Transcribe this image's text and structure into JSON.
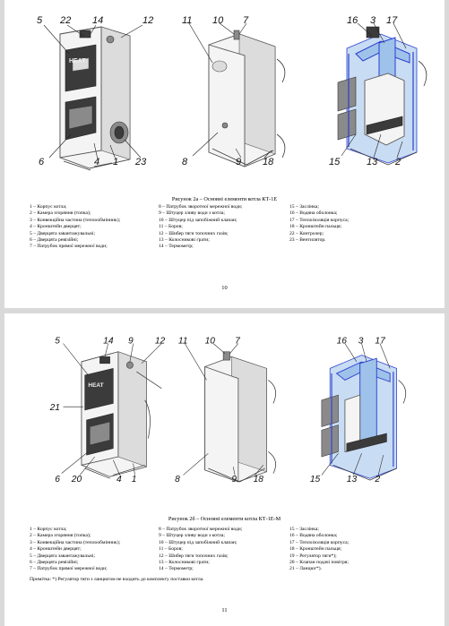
{
  "page1": {
    "callouts": [
      "5",
      "22",
      "14",
      "12",
      "6",
      "4",
      "1",
      "23",
      "11",
      "10",
      "7",
      "8",
      "9",
      "18",
      "16",
      "3",
      "17",
      "15",
      "13",
      "2"
    ],
    "badge": "HEAT",
    "caption": "Рисунок 2а – Основні елементи котла КТ-1Е",
    "legend": {
      "col1": [
        "1 – Корпус котла;",
        "2 – Камера згоряння (топка);",
        "3 – Конвекційна частина (теплообмінник);",
        "4 – Кронштейн дверцят;",
        "5 – Дверцята завантажувальні;",
        "6 – Дверцята ревізійні;",
        "7 – Патрубок прямої мережної води;"
      ],
      "col2": [
        "8 – Патрубок зворотної мережної води;",
        "9 – Штуцер зливу води з котла;",
        "10 – Штуцер під запобіжний клапан;",
        "11 – Боров;",
        "12 – Шибер тяги топочних газів;",
        "13 – Колосникові грати;",
        "14 – Термометр;"
      ],
      "col3": [
        "15 – Заслінка;",
        "16 – Водяна оболонка;",
        "17 – Теплоізоляція корпуса;",
        "18 – Кронштейн пальця;",
        "22 – Контролер;",
        "23 – Вентилятор."
      ]
    },
    "page_number": "10"
  },
  "page2": {
    "callouts": [
      "5",
      "14",
      "9",
      "12",
      "21",
      "6",
      "20",
      "4",
      "1",
      "11",
      "10",
      "7",
      "8",
      "9",
      "18",
      "16",
      "3",
      "17",
      "15",
      "13",
      "2"
    ],
    "badge": "HEAT",
    "caption": "Рисунок 2б – Основні елементи котла КТ-1Е-М",
    "legend": {
      "col1": [
        "1 – Корпус котла;",
        "2 – Камера згоряння (топка);",
        "3 – Конвекційна частина (теплообмінник);",
        "4 – Кронштейн дверцят;",
        "5 – Дверцята завантажувальні;",
        "6 – Дверцята ревізійні;",
        "7 – Патрубок прямої мережної води;"
      ],
      "col2": [
        "8 – Патрубок зворотної мережної води;",
        "9 – Штуцер зливу води з котла;",
        "10 – Штуцер під запобіжний клапан;",
        "11 – Боров;",
        "12 – Шибер тяги топочних газів;",
        "13 – Колосникові грати;",
        "14 – Термометр;"
      ],
      "col3": [
        "15 – Заслінка;",
        "16 – Водяна оболонка;",
        "17 – Теплоізоляція корпуса;",
        "18 – Кронштейн пальця;",
        "19 – Регулятор тяги*);",
        "20 – Клапан подачі повітря;",
        "21 – Ланцюг*)."
      ]
    },
    "note": "Примітка: *) Регулятор тяги з ланцюгом не входить до комплекту поставки котла.",
    "page_number": "11"
  }
}
